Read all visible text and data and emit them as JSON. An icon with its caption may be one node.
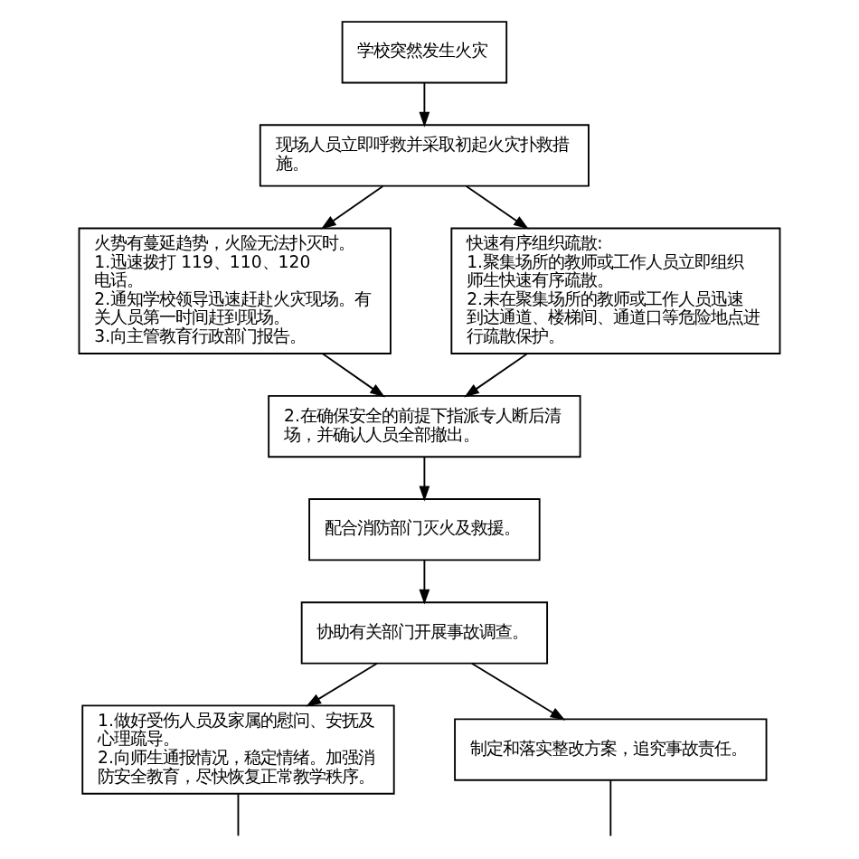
{
  "diagram": {
    "nodes": [
      {
        "text": [
          "学校突然发生火灾"
        ]
      },
      {
        "text": [
          "现场人员立即呼救并采取初起火灾扑救措施。"
        ]
      },
      {
        "text": [
          "火势有蔓延趋势，火险无法扑灭时。",
          "1.迅速拨打 119、110、120 电话。",
          "2.通知学校领导迅速赶赴火灾现场。有关人员第一时间赶到现场。",
          "3.向主管教育行政部门报告。"
        ]
      },
      {
        "text": [
          "快速有序组织疏散:",
          "1.聚集场所的教师或工作人员立即组织师生快速有序疏散。",
          "2.未在聚集场所的教师或工作人员迅速到达通道、楼梯间、通道口等危险地点进行疏散保护。"
        ]
      },
      {
        "text": [
          "2.在确保安全的前提下指派专人断后清场，并确认人员全部撤出。"
        ]
      },
      {
        "text": [
          "配合消防部门灭火及救援。"
        ]
      },
      {
        "text": [
          "协助有关部门开展事故调查。"
        ]
      },
      {
        "text": [
          "1.做好受伤人员及家属的慰问、安抚及心理疏导。",
          "2.向师生通报情况，稳定情绪。加强消防安全教育，尽快恢复正常教学秩序。"
        ]
      },
      {
        "text": [
          "制定和落实整改方案，追究事故责任。"
        ]
      }
    ],
    "edges": [
      {
        "from": 0,
        "to": 1,
        "arrow": "to"
      },
      {
        "from": 1,
        "to": 2,
        "arrow": "to"
      },
      {
        "from": 1,
        "to": 3,
        "arrow": "to"
      },
      {
        "from": 2,
        "to": 4,
        "arrow": "to"
      },
      {
        "from": 3,
        "to": 4,
        "arrow": "to"
      },
      {
        "from": 4,
        "to": 5,
        "arrow": "to"
      },
      {
        "from": 5,
        "to": 6,
        "arrow": "to"
      },
      {
        "from": 6,
        "to": 7,
        "arrow": "to"
      },
      {
        "from": 6,
        "to": 8,
        "arrow": "to"
      },
      {
        "from": 7,
        "to": null,
        "arrow": "none"
      },
      {
        "from": 8,
        "to": null,
        "arrow": "none"
      }
    ]
  }
}
